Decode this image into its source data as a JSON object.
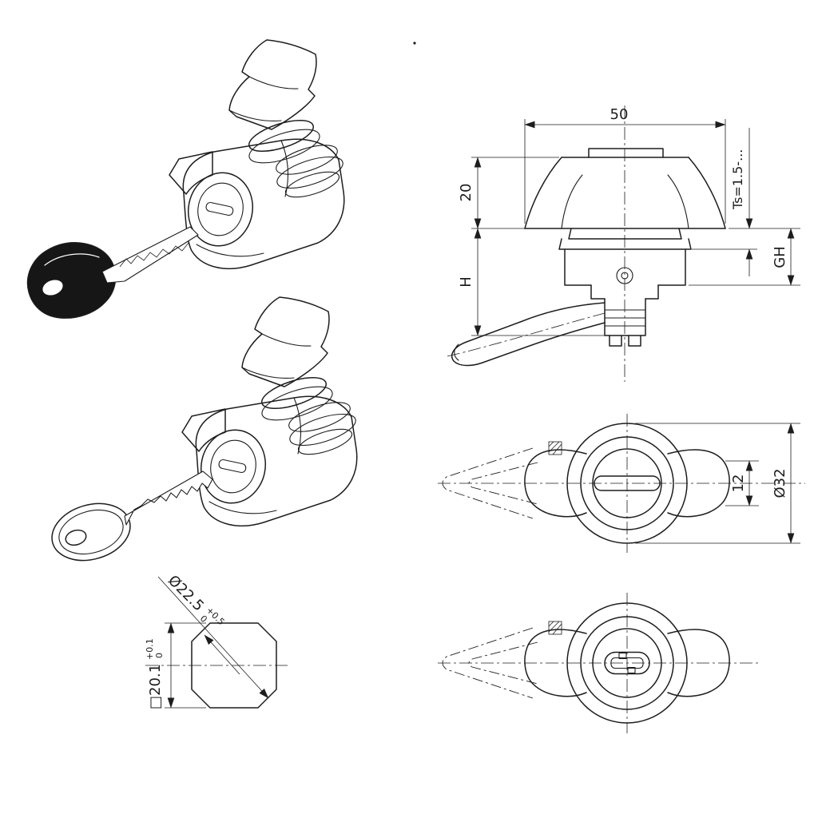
{
  "sheet": {
    "background": "#ffffff",
    "line_color": "#1d1d1d",
    "key_head_fill": "#161616"
  },
  "front_view": {
    "width": "50",
    "knob_height": "20",
    "height_label": "H",
    "panel_thickness": "Ts=1.5-...",
    "grip_height": "GH"
  },
  "top_view": {
    "grip_thickness": "12",
    "outer_diameter": "Ø32"
  },
  "cutout": {
    "bore_diameter": "Ø22.5",
    "bore_tol_upper": "+0.5",
    "bore_tol_lower": "0",
    "square_size": "□20.1",
    "square_tol_upper": "+0.1",
    "square_tol_lower": "0"
  }
}
